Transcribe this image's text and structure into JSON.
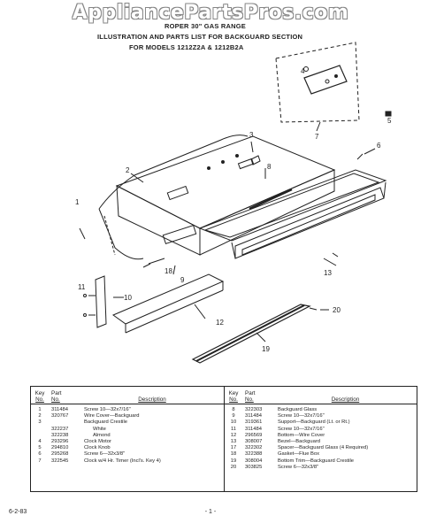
{
  "watermark": "AppliancePartsPros.com",
  "header": {
    "line1": "ROPER 30\" GAS RANGE",
    "line2": "ILLUSTRATION AND PARTS LIST FOR BACKGUARD SECTION",
    "line3": "FOR MODELS 1212Z2A & 1212B2A"
  },
  "callouts": [
    "1",
    "2",
    "3",
    "4",
    "5",
    "6",
    "7",
    "8",
    "9",
    "10",
    "11",
    "12",
    "13",
    "18",
    "19",
    "20"
  ],
  "table": {
    "headers": {
      "key": [
        "Key",
        "No."
      ],
      "part": [
        "Part",
        "No."
      ],
      "description": "Description"
    },
    "left_rows": [
      {
        "key": "1",
        "part": "311484",
        "desc": "Screw 10—32x7/16\"",
        "indent": false
      },
      {
        "key": "2",
        "part": "320767",
        "desc": "Wire Cover—Backguard",
        "indent": false
      },
      {
        "key": "3",
        "part": "",
        "desc": "Backguard Crestile",
        "indent": false
      },
      {
        "key": "",
        "part": "322237",
        "desc": "White",
        "indent": true
      },
      {
        "key": "",
        "part": "322238",
        "desc": "Almond",
        "indent": true
      },
      {
        "key": "4",
        "part": "293296",
        "desc": "Clock Motor",
        "indent": false
      },
      {
        "key": "5",
        "part": "294810",
        "desc": "Clock Knob",
        "indent": false
      },
      {
        "key": "6",
        "part": "295268",
        "desc": "Screw 6—32x3/8\"",
        "indent": false
      },
      {
        "key": "7",
        "part": "322545",
        "desc": "Clock w/4 Hr. Timer (Incl's. Key 4)",
        "indent": false
      }
    ],
    "right_rows": [
      {
        "key": "8",
        "part": "322303",
        "desc": "Backguard Glass",
        "indent": false
      },
      {
        "key": "9",
        "part": "311484",
        "desc": "Screw 10—32x7/16\"",
        "indent": false
      },
      {
        "key": "10",
        "part": "319361",
        "desc": "Support—Backguard (Lt. or Rt.)",
        "indent": false
      },
      {
        "key": "11",
        "part": "311484",
        "desc": "Screw 10—32x7/16\"",
        "indent": false
      },
      {
        "key": "12",
        "part": "296569",
        "desc": "Bottom—Wire Cover",
        "indent": false
      },
      {
        "key": "13",
        "part": "308007",
        "desc": "Bezel—Backguard",
        "indent": false
      },
      {
        "key": "17",
        "part": "322302",
        "desc": "Spacer—Backguard Glass (4 Required)",
        "indent": false
      },
      {
        "key": "18",
        "part": "322388",
        "desc": "Gasket—Flue Box",
        "indent": false
      },
      {
        "key": "19",
        "part": "308004",
        "desc": "Bottom Trim—Backguard Crestile",
        "indent": false
      },
      {
        "key": "20",
        "part": "303825",
        "desc": "Screw 6—32x3/8\"",
        "indent": false
      }
    ]
  },
  "footer": {
    "date": "6-2-83",
    "page": "- 1 -"
  }
}
